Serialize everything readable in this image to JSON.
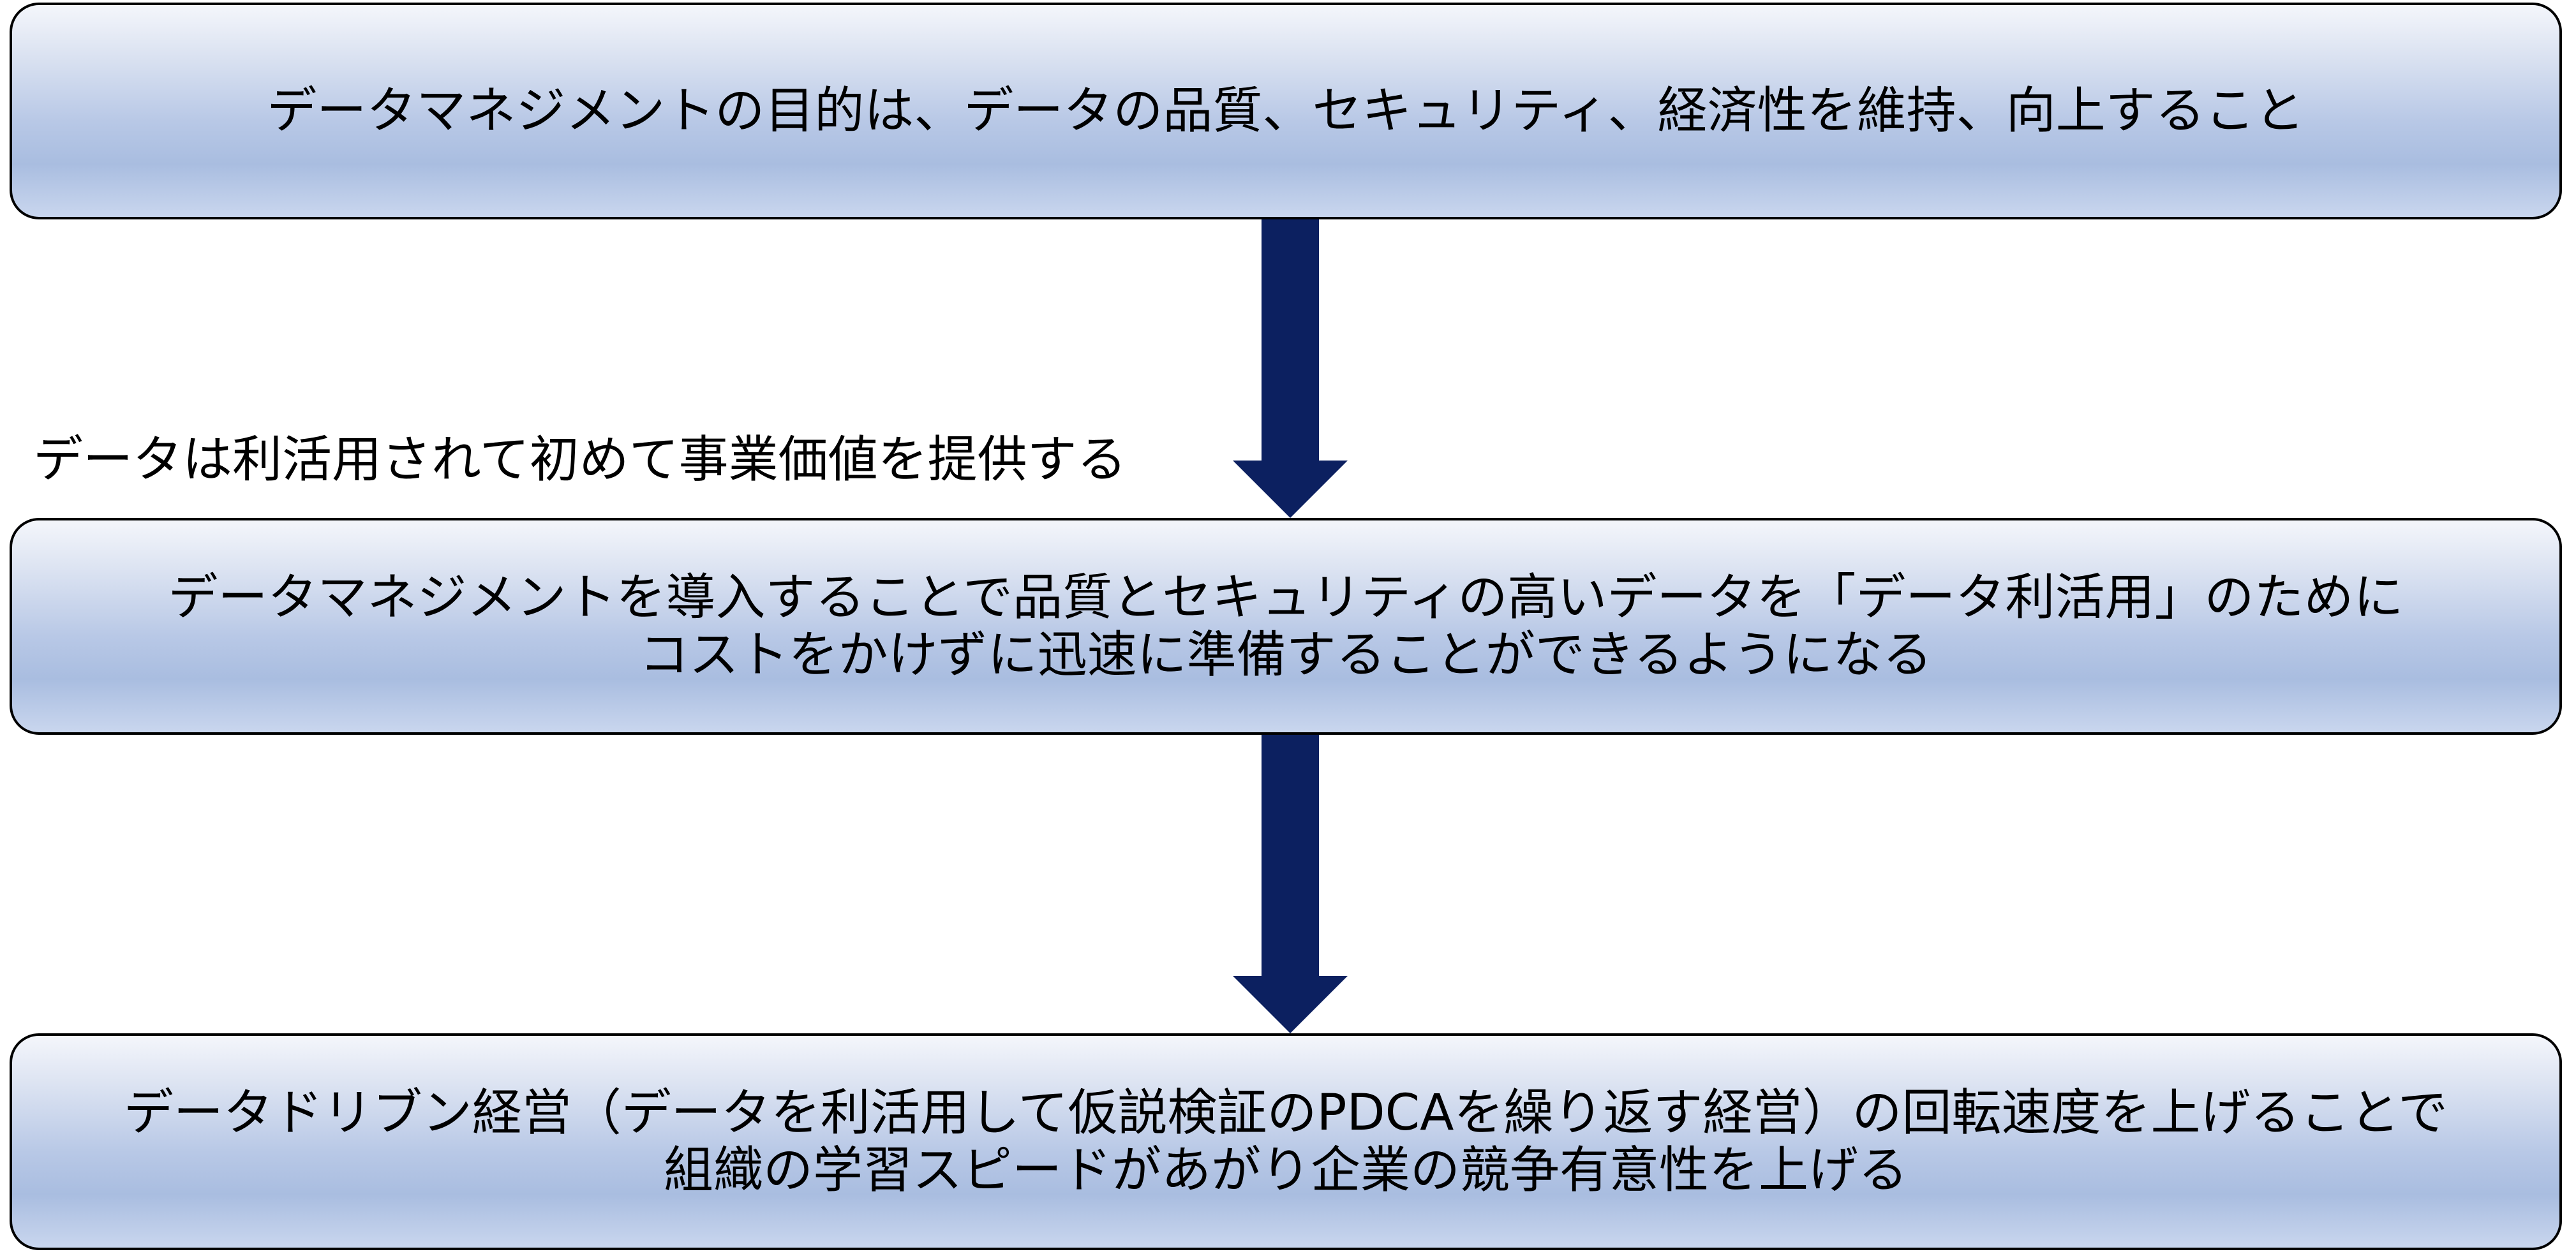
{
  "boxes": [
    {
      "lines": [
        "データマネジメントの目的は、データの品質、セキュリティ、経済性を維持、向上すること"
      ]
    },
    {
      "lines": [
        "データマネジメントを導入することで品質とセキュリティの高いデータを「データ利活用」のために",
        "コストをかけずに迅速に準備することができるようになる"
      ]
    },
    {
      "lines": [
        "データドリブン経営（データを利活用して仮説検証のPDCAを繰り返す経営）の回転速度を上げることで",
        "組織の学習スピードがあがり企業の競争有意性を上げる"
      ]
    }
  ],
  "side_note": "データは利活用されて初めて事業価値を提供する",
  "colors": {
    "arrow": "#0c2060",
    "box_border": "#000000",
    "box_gradient_top": "#f4f6fb",
    "box_gradient_bottom": "#a9bde0"
  }
}
